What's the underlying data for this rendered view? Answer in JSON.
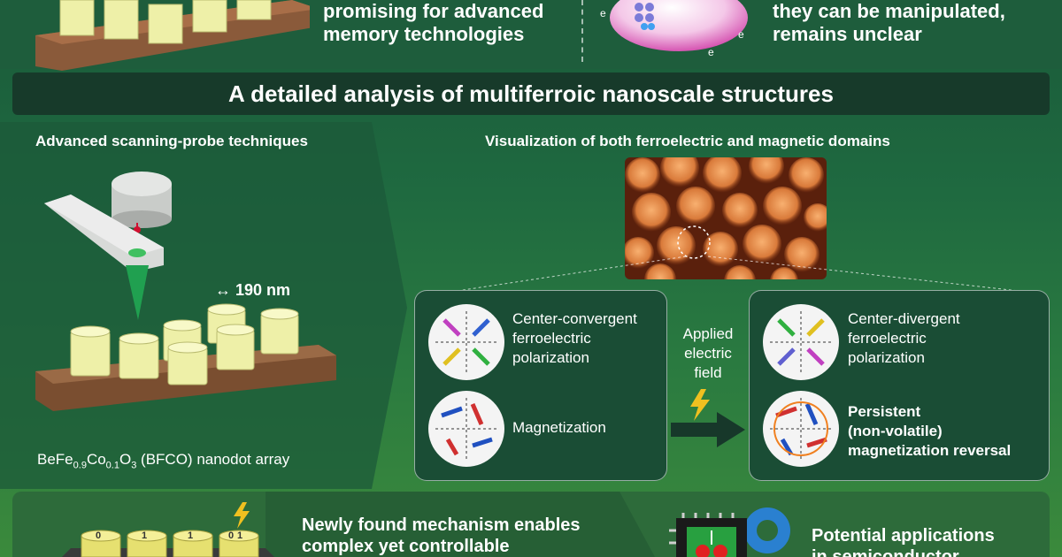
{
  "top": {
    "left_text_line1": "promising for advanced",
    "left_text_line2": "memory technologies",
    "right_text_line1": "they can be manipulated,",
    "right_text_line2": "remains unclear",
    "electron_label": "e"
  },
  "banner": {
    "title": "A detailed analysis of multiferroic nanoscale structures"
  },
  "left_section": {
    "title": "Advanced scanning-probe techniques",
    "scale_label": "↔ 190 nm",
    "caption_prefix": "BeFe",
    "caption_sub1": "0.9",
    "caption_mid": "Co",
    "caption_sub2": "0.1",
    "caption_o": "O",
    "caption_sub3": "3",
    "caption_suffix": " (BFCO) nanodot array"
  },
  "right_section": {
    "title": "Visualization of both ferroelectric and magnetic domains"
  },
  "left_panel": {
    "polarization_label": [
      "Center-convergent",
      "ferroelectric",
      "polarization"
    ],
    "magnetization_label": "Magnetization"
  },
  "field": {
    "label": [
      "Applied",
      "electric",
      "field"
    ]
  },
  "right_panel": {
    "polarization_label": [
      "Center-divergent",
      "ferroelectric",
      "polarization"
    ],
    "reversal_label": [
      "Persistent",
      "(non-volatile)",
      "magnetization reversal"
    ]
  },
  "bottom": {
    "mechanism_line1": "Newly found mechanism enables",
    "mechanism_line2": "complex yet controllable",
    "applications_line1": "Potential applications",
    "applications_line2": "in semiconductor",
    "bits": [
      "0",
      "1",
      "1",
      "0",
      "1"
    ]
  },
  "colors": {
    "banner": "#173a2a",
    "panel": "#1a4d35",
    "nanodot": "#eef0a8",
    "substrate": "#8a5a3a",
    "bolt": "#f0c020"
  }
}
